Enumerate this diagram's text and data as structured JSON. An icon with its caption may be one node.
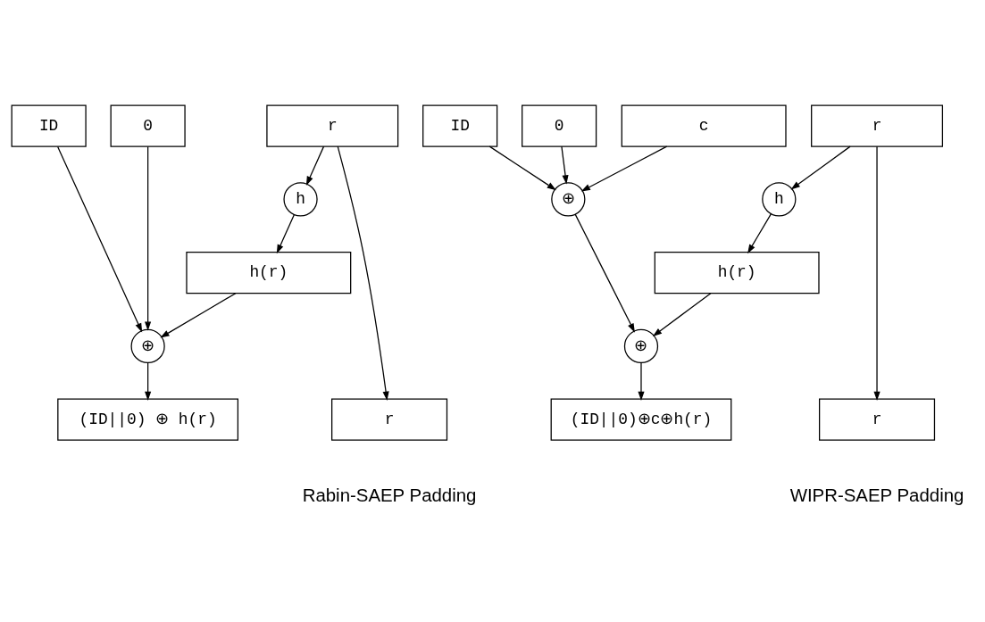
{
  "diagram": {
    "nodes": [
      {
        "text": [
          "ID"
        ]
      },
      {
        "text": [
          "0"
        ]
      },
      {
        "text": [
          "r"
        ]
      },
      {
        "text": [
          "h"
        ]
      },
      {
        "text": [
          "h(r)"
        ]
      },
      {
        "text": [
          "⊕"
        ]
      },
      {
        "text": [
          "(ID||0) ⊕ h(r)"
        ]
      },
      {
        "text": [
          "r"
        ]
      },
      {
        "text": [
          "ID"
        ]
      },
      {
        "text": [
          "0"
        ]
      },
      {
        "text": [
          "r"
        ]
      },
      {
        "text": [
          "c"
        ]
      },
      {
        "text": [
          "⊕"
        ]
      },
      {
        "text": [
          "h"
        ]
      },
      {
        "text": [
          "h(r)"
        ]
      },
      {
        "text": [
          "⊕"
        ]
      },
      {
        "text": [
          "(ID||0)⊕c⊕h(r)"
        ]
      },
      {
        "text": [
          "r"
        ]
      }
    ],
    "edges": [
      {
        "from": 0,
        "to": 5,
        "arrow": "to"
      },
      {
        "from": 1,
        "to": 5,
        "arrow": "to"
      },
      {
        "from": 2,
        "to": 3,
        "arrow": "to"
      },
      {
        "from": 2,
        "to": 7,
        "arrow": "to"
      },
      {
        "from": 3,
        "to": 4,
        "arrow": "to"
      },
      {
        "from": 4,
        "to": 5,
        "arrow": "to"
      },
      {
        "from": 5,
        "to": 6,
        "arrow": "to"
      },
      {
        "from": 8,
        "to": 12,
        "arrow": "to"
      },
      {
        "from": 9,
        "to": 12,
        "arrow": "to"
      },
      {
        "from": 11,
        "to": 12,
        "arrow": "to"
      },
      {
        "from": 10,
        "to": 13,
        "arrow": "to"
      },
      {
        "from": 10,
        "to": 17,
        "arrow": "to"
      },
      {
        "from": 13,
        "to": 14,
        "arrow": "to"
      },
      {
        "from": 12,
        "to": 15,
        "arrow": "to"
      },
      {
        "from": 14,
        "to": 15,
        "arrow": "to"
      },
      {
        "from": 15,
        "to": 16,
        "arrow": "to"
      }
    ],
    "labels": [
      "Rabin-SAEP Padding",
      "WIPR-SAEP Padding"
    ]
  }
}
